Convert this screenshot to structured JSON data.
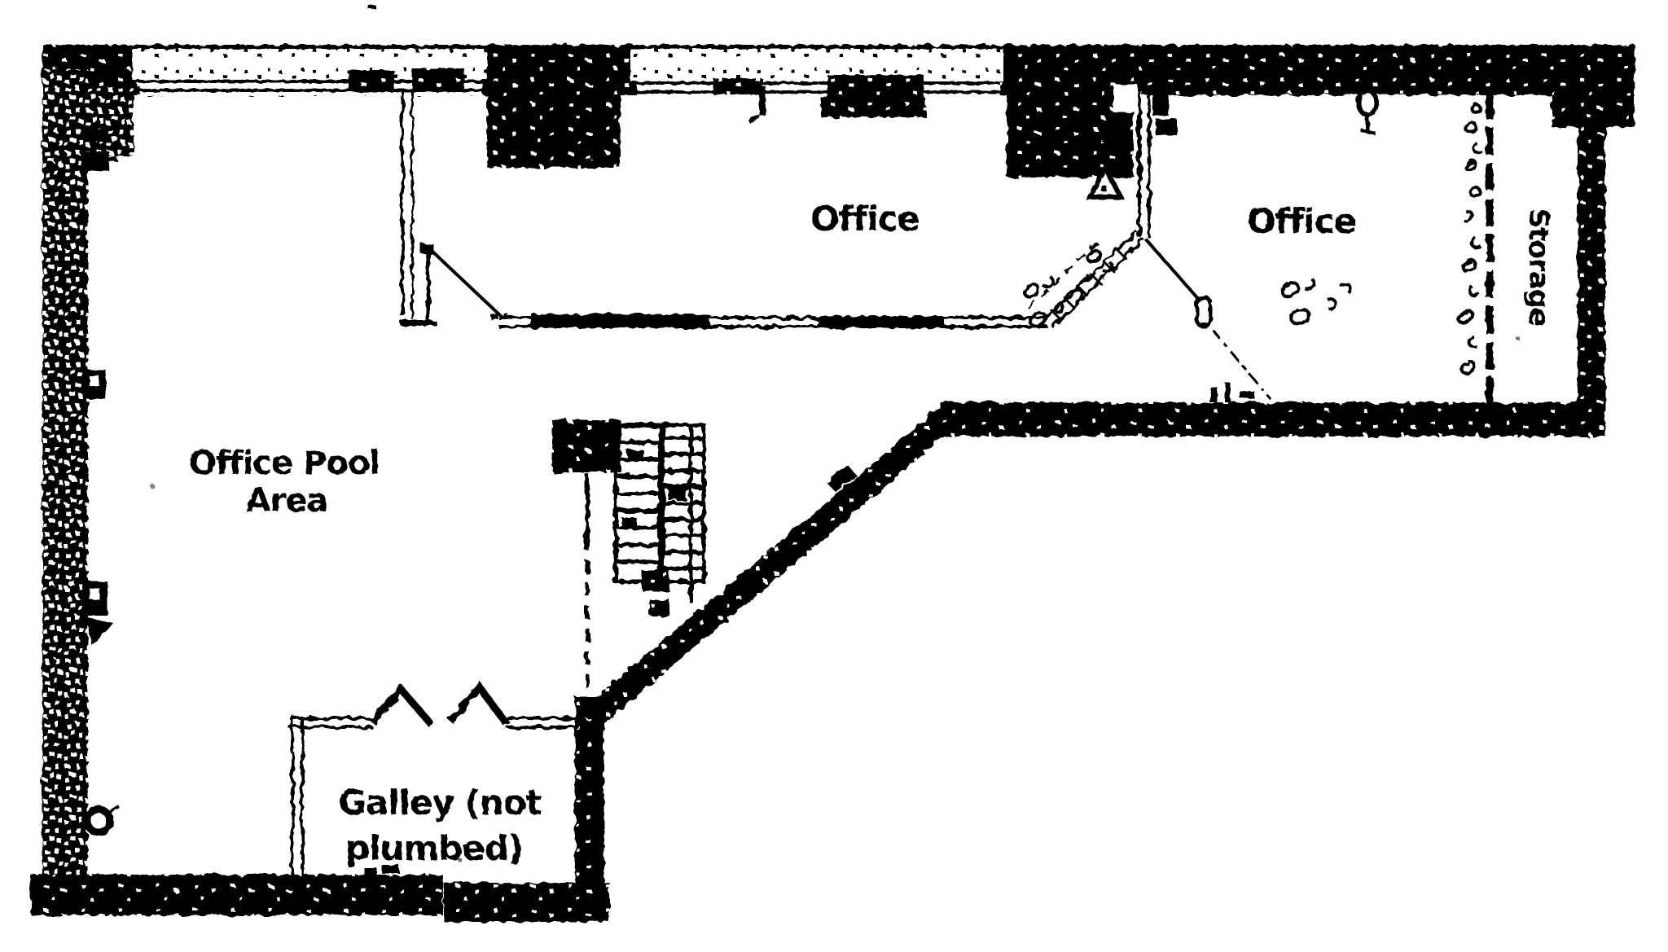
{
  "document": {
    "kind": "scanned floor plan",
    "colors": {
      "ink": "#000000",
      "paper": "#ffffff"
    }
  },
  "rooms": {
    "office_top": {
      "label": "Office"
    },
    "office_right": {
      "label": "Office"
    },
    "storage": {
      "label": "Storage"
    },
    "office_pool": {
      "lines": [
        "Office Pool",
        "Area"
      ]
    },
    "galley": {
      "lines": [
        "Galley (not",
        "plumbed)"
      ]
    }
  },
  "symbols": [
    "stairs",
    "door-swing-icon",
    "door-leaf-icon",
    "window-band",
    "wall-outlet-icon",
    "wall-circle-fixture-icon",
    "ceiling-fixture-icon",
    "warning-triangle-solid-icon",
    "warning-triangle-outline-icon",
    "handwritten-note-scribble",
    "dash-dot-partition-line"
  ]
}
